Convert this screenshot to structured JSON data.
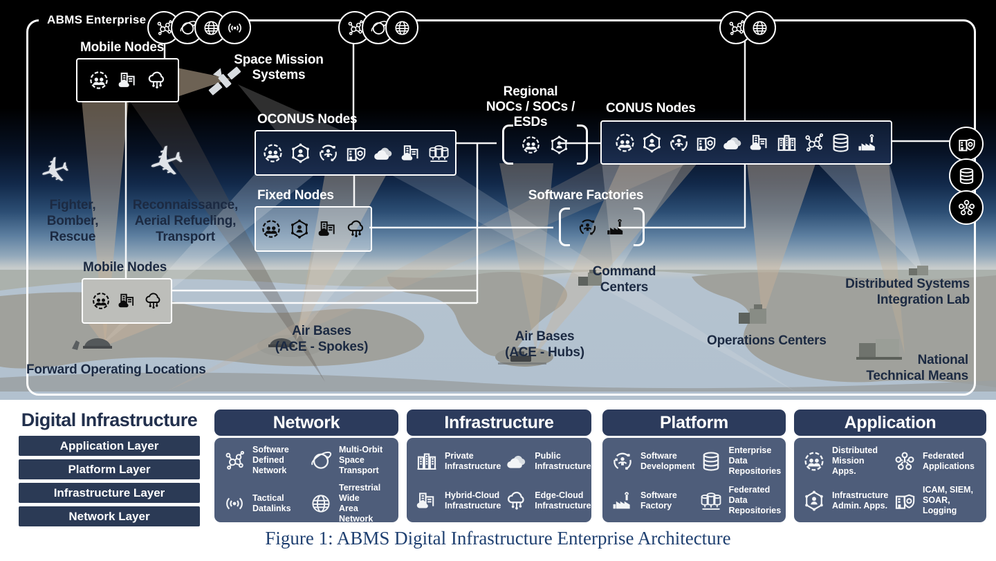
{
  "figure": {
    "caption": "Figure 1: ABMS Digital Infrastructure Enterprise Architecture"
  },
  "diagram": {
    "enterprise_label": "ABMS Enterprise",
    "network_clusters": {
      "left": [
        "software-defined-network-icon",
        "multi-orbit-space-transport-icon",
        "terrestrial-wide-area-network-icon",
        "tactical-datalinks-icon"
      ],
      "middle": [
        "software-defined-network-icon",
        "multi-orbit-space-transport-icon",
        "terrestrial-wide-area-network-icon"
      ],
      "right": [
        "software-defined-network-icon",
        "terrestrial-wide-area-network-icon"
      ]
    },
    "nodes": {
      "mobile_top": {
        "label": "Mobile Nodes",
        "icons": [
          "distributed-mission-apps-icon",
          "hybrid-cloud-infrastructure-icon",
          "edge-cloud-infrastructure-icon"
        ]
      },
      "space_mission": {
        "label": "Space Mission\nSystems"
      },
      "oconus": {
        "label": "OCONUS Nodes",
        "icons": [
          "distributed-mission-apps-icon",
          "infrastructure-admin-apps-icon",
          "software-development-icon",
          "icam-siem-soar-logging-icon",
          "public-infrastructure-icon",
          "hybrid-cloud-infrastructure-icon",
          "federated-data-repositories-icon"
        ]
      },
      "regional": {
        "label": "Regional\nNOCs / SOCs / ESDs",
        "icons": [
          "distributed-mission-apps-icon",
          "infrastructure-admin-apps-icon"
        ]
      },
      "conus": {
        "label": "CONUS Nodes",
        "icons": [
          "distributed-mission-apps-icon",
          "infrastructure-admin-apps-icon",
          "software-development-icon",
          "icam-siem-soar-logging-icon",
          "public-infrastructure-icon",
          "hybrid-cloud-infrastructure-icon",
          "private-infrastructure-icon",
          "software-defined-network-icon",
          "enterprise-data-repositories-icon",
          "software-factory-icon"
        ]
      },
      "fixed": {
        "label": "Fixed Nodes",
        "icons": [
          "distributed-mission-apps-icon",
          "infrastructure-admin-apps-icon",
          "hybrid-cloud-infrastructure-icon",
          "edge-cloud-infrastructure-icon"
        ]
      },
      "software_factories": {
        "label": "Software Factories",
        "icons": [
          "software-development-icon",
          "software-factory-icon"
        ]
      },
      "mobile_lower": {
        "label": "Mobile Nodes",
        "icons": [
          "distributed-mission-apps-icon",
          "hybrid-cloud-infrastructure-icon",
          "edge-cloud-infrastructure-icon"
        ]
      },
      "edge_stack": {
        "icons": [
          "icam-siem-soar-logging-icon",
          "enterprise-data-repositories-icon",
          "federated-applications-icon"
        ]
      }
    },
    "locations": {
      "fighter": "Fighter,\nBomber,\nRescue",
      "recon": "Reconnaissance,\nAerial Refueling,\nTransport",
      "fol": "Forward Operating Locations",
      "air_bases_spokes": "Air Bases\n(ACE - Spokes)",
      "air_bases_hubs": "Air Bases\n(ACE - Hubs)",
      "command_centers": "Command\nCenters",
      "operations_centers": "Operations Centers",
      "dsil": "Distributed Systems\nIntegration Lab",
      "ntm": "National\nTechnical Means"
    }
  },
  "legend": {
    "digital_infrastructure": {
      "title": "Digital Infrastructure",
      "layers": [
        "Application Layer",
        "Platform Layer",
        "Infrastructure Layer",
        "Network Layer"
      ]
    },
    "panels": [
      {
        "title": "Network",
        "items": [
          {
            "icon": "software-defined-network-icon",
            "label": "Software\nDefined\nNetwork"
          },
          {
            "icon": "multi-orbit-space-transport-icon",
            "label": "Multi-Orbit\nSpace Transport"
          },
          {
            "icon": "tactical-datalinks-icon",
            "label": "Tactical\nDatalinks"
          },
          {
            "icon": "terrestrial-wide-area-network-icon",
            "label": "Terrestrial Wide\nArea Network"
          }
        ]
      },
      {
        "title": "Infrastructure",
        "items": [
          {
            "icon": "private-infrastructure-icon",
            "label": "Private\nInfrastructure"
          },
          {
            "icon": "public-infrastructure-icon",
            "label": "Public\nInfrastructure"
          },
          {
            "icon": "hybrid-cloud-infrastructure-icon",
            "label": "Hybrid-Cloud\nInfrastructure"
          },
          {
            "icon": "edge-cloud-infrastructure-icon",
            "label": "Edge-Cloud\nInfrastructure"
          }
        ]
      },
      {
        "title": "Platform",
        "items": [
          {
            "icon": "software-development-icon",
            "label": "Software\nDevelopment"
          },
          {
            "icon": "enterprise-data-repositories-icon",
            "label": "Enterprise Data\nRepositories"
          },
          {
            "icon": "software-factory-icon",
            "label": "Software\nFactory"
          },
          {
            "icon": "federated-data-repositories-icon",
            "label": "Federated Data\nRepositories"
          }
        ]
      },
      {
        "title": "Application",
        "items": [
          {
            "icon": "distributed-mission-apps-icon",
            "label": "Distributed\nMission Apps."
          },
          {
            "icon": "federated-applications-icon",
            "label": "Federated\nApplications"
          },
          {
            "icon": "infrastructure-admin-apps-icon",
            "label": "Infrastructure\nAdmin. Apps."
          },
          {
            "icon": "icam-siem-soar-logging-icon",
            "label": "ICAM, SIEM,\nSOAR, Logging"
          }
        ]
      }
    ]
  },
  "colors": {
    "panel_header": "#2c3b5c",
    "panel_body": "#4e5d7a",
    "layer_bar": "#2b3a55",
    "node_box": "#15233d",
    "caption_text": "#1e3f70",
    "map_label": "#1c2a42",
    "ocean": "#b2c1cf",
    "land": "#a0a19c"
  }
}
